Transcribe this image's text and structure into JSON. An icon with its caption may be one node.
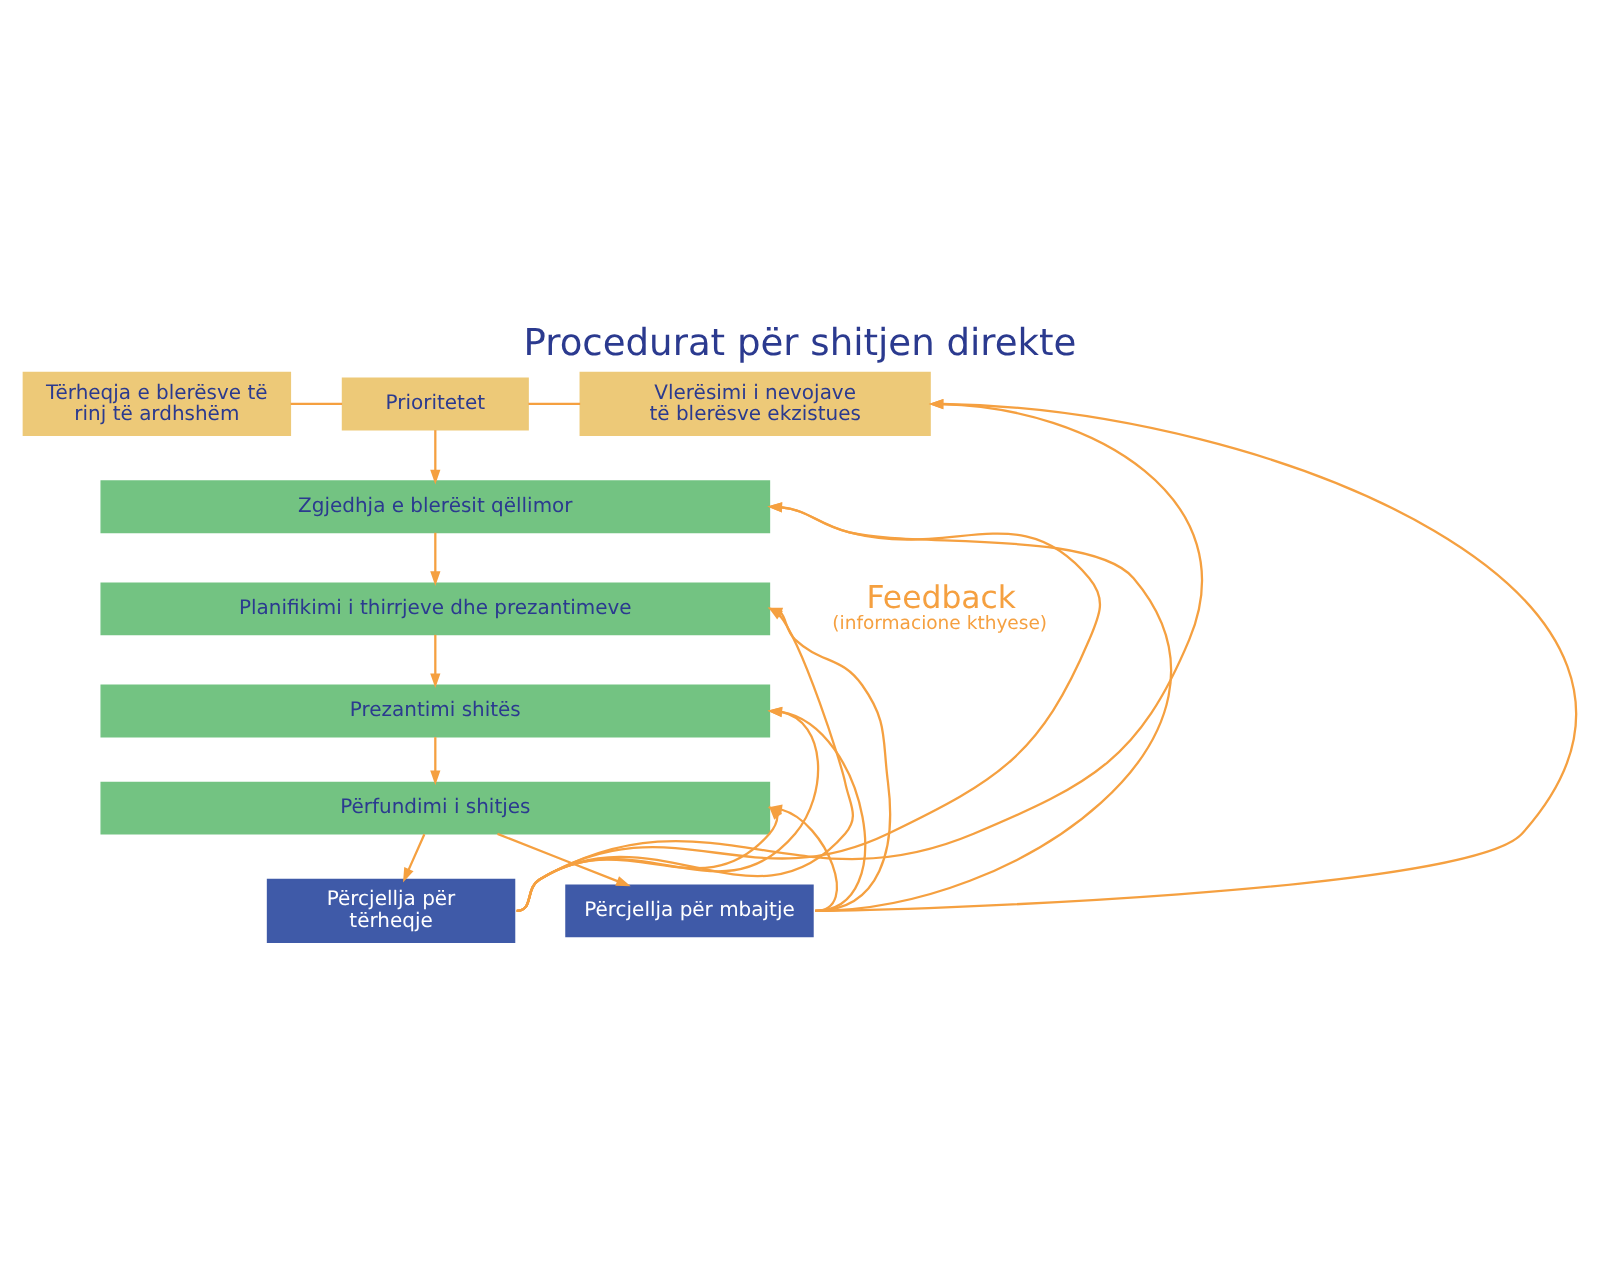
{
  "diagram": {
    "title": "Procedurat për shitjen direkte",
    "nodes": [
      {
        "text": [
          "Tërheqja e blerësve të rinj të ardhshëm"
        ]
      },
      {
        "text": [
          "Prioritetet"
        ]
      },
      {
        "text": [
          "Vlerësimi i nevojave të blerësve ekzistues"
        ]
      },
      {
        "text": [
          "Zgjedhja e blerësit qëllimor"
        ]
      },
      {
        "text": [
          "Planifikimi i thirrjeve dhe prezantimeve"
        ]
      },
      {
        "text": [
          "Prezantimi shitës"
        ]
      },
      {
        "text": [
          "Përfundimi i shitjes"
        ]
      },
      {
        "text": [
          "Përcjellja për tërheqje"
        ]
      },
      {
        "text": [
          "Përcjellja për mbajtje"
        ]
      }
    ],
    "edges": [
      {
        "from": 0,
        "to": 1,
        "arrow": "none"
      },
      {
        "from": 1,
        "to": 2,
        "arrow": "none"
      },
      {
        "from": 1,
        "to": 3,
        "arrow": "to"
      },
      {
        "from": 3,
        "to": 4,
        "arrow": "to"
      },
      {
        "from": 4,
        "to": 5,
        "arrow": "to"
      },
      {
        "from": 5,
        "to": 6,
        "arrow": "to"
      },
      {
        "from": 6,
        "to": 7,
        "arrow": "to"
      },
      {
        "from": 6,
        "to": 8,
        "arrow": "to"
      },
      {
        "from": 7,
        "to": 6,
        "arrow": "to"
      },
      {
        "from": 7,
        "to": 5,
        "arrow": "to"
      },
      {
        "from": 7,
        "to": 4,
        "arrow": "to"
      },
      {
        "from": 7,
        "to": 3,
        "arrow": "to"
      },
      {
        "from": 7,
        "to": 2,
        "arrow": "to"
      },
      {
        "from": 8,
        "to": 6,
        "arrow": "to"
      },
      {
        "from": 8,
        "to": 5,
        "arrow": "to"
      },
      {
        "from": 8,
        "to": 4,
        "arrow": "to"
      },
      {
        "from": 8,
        "to": 3,
        "arrow": "to"
      },
      {
        "from": 8,
        "to": 2,
        "arrow": "to"
      }
    ],
    "labels": [
      "Feedback",
      "(informacione kthyese)"
    ]
  }
}
